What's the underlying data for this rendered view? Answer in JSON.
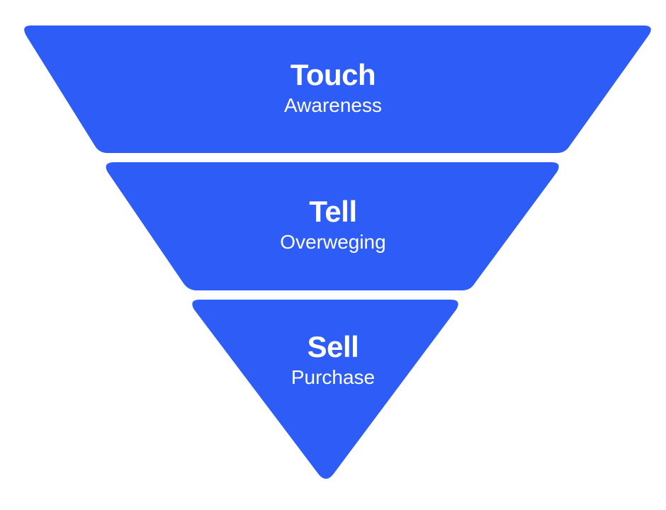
{
  "funnel": {
    "color": "#2d5cf6",
    "stages": [
      {
        "title": "Touch",
        "subtitle": "Awareness"
      },
      {
        "title": "Tell",
        "subtitle": "Overweging"
      },
      {
        "title": "Sell",
        "subtitle": "Purchase"
      }
    ]
  }
}
